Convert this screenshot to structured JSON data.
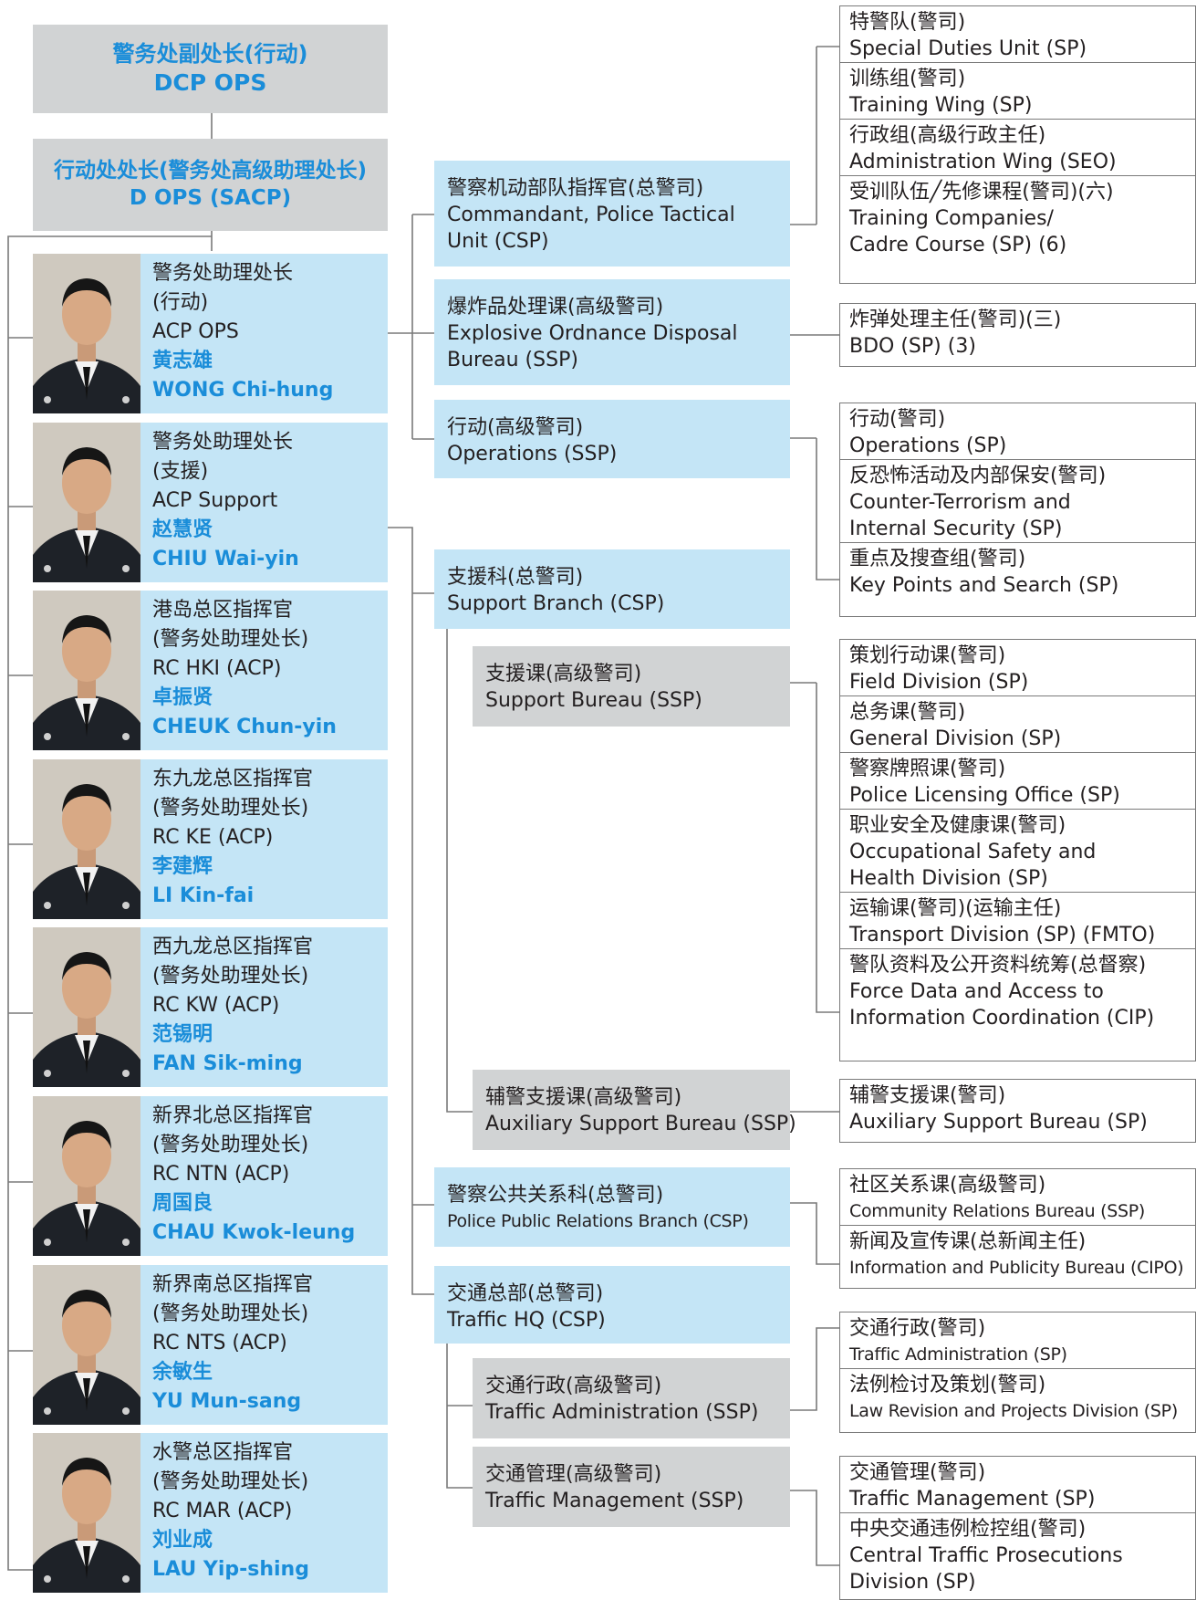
{
  "header": {
    "dcp_zh": "警务处副处长(行动)",
    "dcp_en": "DCP OPS",
    "dops_zh": "行动处处长(警务处高级助理处长)",
    "dops_en": "D OPS (SACP)"
  },
  "officers": [
    {
      "lines": [
        "警务处助理处长",
        "(行动)",
        "ACP OPS"
      ],
      "name_zh": "黄志雄",
      "name_en": "WONG Chi-hung"
    },
    {
      "lines": [
        "警务处助理处长",
        "(支援)",
        "ACP Support"
      ],
      "name_zh": "赵慧贤",
      "name_en": "CHIU Wai-yin"
    },
    {
      "lines": [
        "港岛总区指挥官",
        "(警务处助理处长)",
        "RC HKI (ACP)"
      ],
      "name_zh": "卓振贤",
      "name_en": "CHEUK Chun-yin"
    },
    {
      "lines": [
        "东九龙总区指挥官",
        "(警务处助理处长)",
        "RC KE (ACP)"
      ],
      "name_zh": "李建辉",
      "name_en": "LI Kin-fai"
    },
    {
      "lines": [
        "西九龙总区指挥官",
        "(警务处助理处长)",
        "RC KW (ACP)"
      ],
      "name_zh": "范锡明",
      "name_en": "FAN Sik-ming"
    },
    {
      "lines": [
        "新界北总区指挥官",
        "(警务处助理处长)",
        "RC NTN (ACP)"
      ],
      "name_zh": "周国良",
      "name_en": "CHAU Kwok-leung"
    },
    {
      "lines": [
        "新界南总区指挥官",
        "(警务处助理处长)",
        "RC NTS (ACP)"
      ],
      "name_zh": "余敏生",
      "name_en": "YU Mun-sang"
    },
    {
      "lines": [
        "水警总区指挥官",
        "(警务处助理处长)",
        "RC MAR (ACP)"
      ],
      "name_zh": "刘业成",
      "name_en": "LAU Yip-shing"
    }
  ],
  "units": {
    "ptu": {
      "lines": [
        "警察机动部队指挥官(总警司)",
        "Commandant, Police Tactical",
        "Unit (CSP)"
      ]
    },
    "eod": {
      "lines": [
        "爆炸品处理课(高级警司)",
        "Explosive Ordnance Disposal",
        "Bureau (SSP)"
      ]
    },
    "ops": {
      "lines": [
        "行动(高级警司)",
        "Operations (SSP)"
      ]
    },
    "support_branch": {
      "lines": [
        "支援科(总警司)",
        "Support Branch (CSP)"
      ]
    },
    "support_bureau": {
      "lines": [
        "支援课(高级警司)",
        "Support Bureau (SSP)"
      ]
    },
    "aux_bureau": {
      "lines": [
        "辅警支援课(高级警司)",
        "Auxiliary Support Bureau (SSP)"
      ]
    },
    "pprb": {
      "lines": [
        "警察公共关系科(总警司)",
        "Police Public Relations Branch (CSP)"
      ]
    },
    "traffic_hq": {
      "lines": [
        "交通总部(总警司)",
        "Traffic HQ (CSP)"
      ]
    },
    "traffic_admin": {
      "lines": [
        "交通行政(高级警司)",
        "Traffic Administration (SSP)"
      ]
    },
    "traffic_mgmt": {
      "lines": [
        "交通管理(高级警司)",
        "Traffic Management (SSP)"
      ]
    }
  },
  "right_groups": {
    "ptu": [
      {
        "lines": [
          "特警队(警司)",
          "Special Duties Unit (SP)"
        ]
      },
      {
        "lines": [
          "训练组(警司)",
          "Training Wing (SP)"
        ]
      },
      {
        "lines": [
          "行政组(高级行政主任)",
          "Administration Wing (SEO)"
        ]
      },
      {
        "lines": [
          "受训队伍╱先修课程(警司)(六)",
          "Training Companies/",
          "Cadre Course (SP) (6)"
        ]
      }
    ],
    "eod": [
      {
        "lines": [
          "炸弹处理主任(警司)(三)",
          "BDO (SP) (3)"
        ]
      }
    ],
    "ops": [
      {
        "lines": [
          "行动(警司)",
          "Operations (SP)"
        ]
      },
      {
        "lines": [
          "反恐怖活动及内部保安(警司)",
          "Counter-Terrorism and",
          "Internal Security (SP)"
        ]
      },
      {
        "lines": [
          "重点及搜查组(警司)",
          "Key Points and Search (SP)"
        ]
      }
    ],
    "support_bureau": [
      {
        "lines": [
          "策划行动课(警司)",
          "Field Division (SP)"
        ]
      },
      {
        "lines": [
          "总务课(警司)",
          "General Division (SP)"
        ]
      },
      {
        "lines": [
          "警察牌照课(警司)",
          "Police Licensing Office (SP)"
        ]
      },
      {
        "lines": [
          "职业安全及健康课(警司)",
          "Occupational Safety and",
          "Health Division (SP)"
        ]
      },
      {
        "lines": [
          "运输课(警司)(运输主任)",
          "Transport Division (SP) (FMTO)"
        ]
      },
      {
        "lines": [
          "警队资料及公开资料统筹(总督察)",
          "Force Data and Access to",
          "Information Coordination (CIP)"
        ]
      }
    ],
    "aux_bureau": [
      {
        "lines": [
          "辅警支援课(警司)",
          "Auxiliary Support Bureau (SP)"
        ]
      }
    ],
    "pprb": [
      {
        "lines": [
          "社区关系课(高级警司)",
          "Community Relations Bureau (SSP)"
        ]
      },
      {
        "lines": [
          "新闻及宣传课(总新闻主任)",
          "Information and Publicity Bureau (CIPO)"
        ]
      }
    ],
    "traffic_admin": [
      {
        "lines": [
          "交通行政(警司)",
          "Traffic Administration (SP)"
        ]
      },
      {
        "lines": [
          "法例检讨及策划(警司)",
          "Law Revision and Projects Division (SP)"
        ]
      }
    ],
    "traffic_mgmt": [
      {
        "lines": [
          "交通管理(警司)",
          "Traffic Management (SP)"
        ]
      },
      {
        "lines": [
          "中央交通违例检控组(警司)",
          "Central Traffic Prosecutions",
          "Division (SP)"
        ]
      }
    ]
  },
  "colors": {
    "title_blue": "#1a8dd9",
    "light_blue_box": "#c4e5f6",
    "grey_box": "#d1d3d4",
    "line": "#7a7a7a"
  }
}
